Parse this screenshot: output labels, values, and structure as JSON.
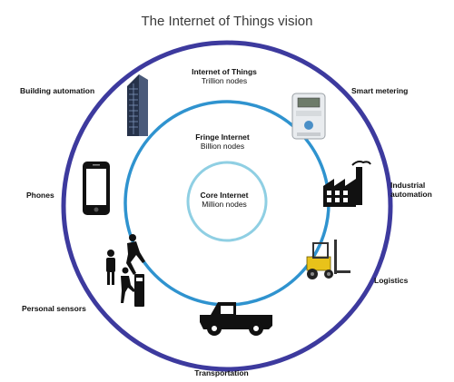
{
  "title": "The Internet of Things vision",
  "rings": {
    "outer": {
      "title": "Internet of Things",
      "subtitle": "Trillion nodes",
      "color": "#3d3a9e"
    },
    "middle": {
      "title": "Fringe Internet",
      "subtitle": "Billion nodes",
      "color": "#2f93cf"
    },
    "inner": {
      "title": "Core Internet",
      "subtitle": "Million nodes",
      "color": "#8fcfe3"
    }
  },
  "labels": {
    "building_automation": "Building automation",
    "smart_metering": "Smart metering",
    "phones": "Phones",
    "industrial_line1": "Industrial",
    "industrial_line2": "automation",
    "logistics": "Logistics",
    "personal_sensors": "Personal sensors",
    "transportation": "Transportation"
  },
  "icons": [
    "skyscraper-icon",
    "smart-meter-icon",
    "smartphone-icon",
    "factory-icon",
    "forklift-icon",
    "people-icon",
    "pickup-truck-icon"
  ]
}
